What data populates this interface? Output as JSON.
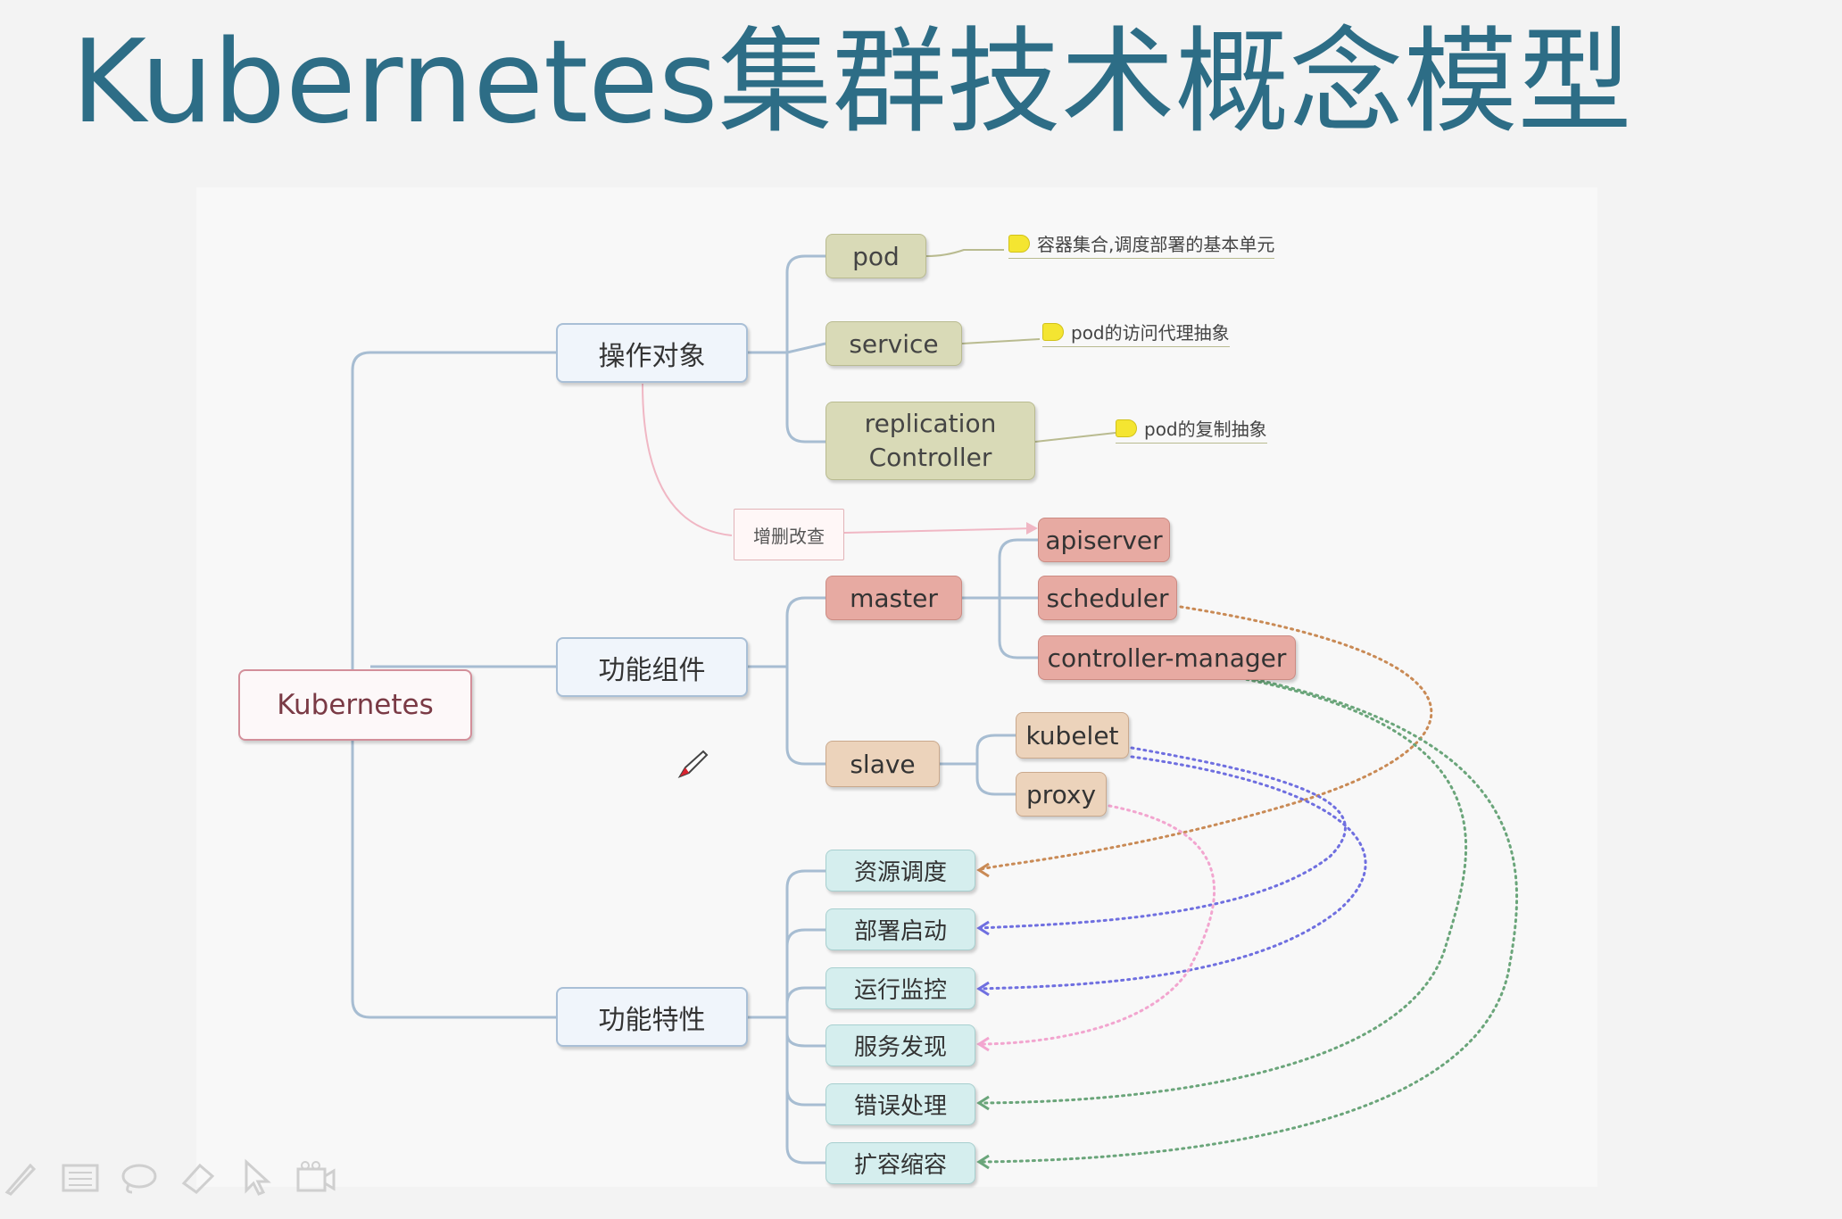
{
  "title": "Kubernetes集群技术概念模型",
  "root": "Kubernetes",
  "branches": {
    "objects": "操作对象",
    "components": "功能组件",
    "features": "功能特性"
  },
  "objects": [
    {
      "label": "pod",
      "note": "容器集合,调度部署的基本单元"
    },
    {
      "label": "service",
      "note": "pod的访问代理抽象"
    },
    {
      "label_line1": "replication",
      "label_line2": "Controller",
      "note": "pod的复制抽象"
    }
  ],
  "crud_label": "增删改查",
  "components": {
    "master": "master",
    "master_children": [
      "apiserver",
      "scheduler",
      "controller-manager"
    ],
    "slave": "slave",
    "slave_children": [
      "kubelet",
      "proxy"
    ]
  },
  "features": [
    "资源调度",
    "部署启动",
    "运行监控",
    "服务发现",
    "错误处理",
    "扩容缩容"
  ],
  "colors": {
    "title": "#2d6d86",
    "line": "#a7bdd2",
    "olive": "#d9dab7",
    "salmon": "#e7aaa2",
    "tan": "#ecd3bb",
    "mint": "#d5eeee",
    "scheduler_link": "#c98a55",
    "kubelet_link": "#6f6fe0",
    "proxy_link": "#f2a5cf",
    "cm_link": "#6aa57a"
  },
  "toolbar_icons": [
    "pen-icon",
    "keyboard-icon",
    "lasso-icon",
    "eraser-icon",
    "pointer-icon",
    "camera-icon"
  ]
}
